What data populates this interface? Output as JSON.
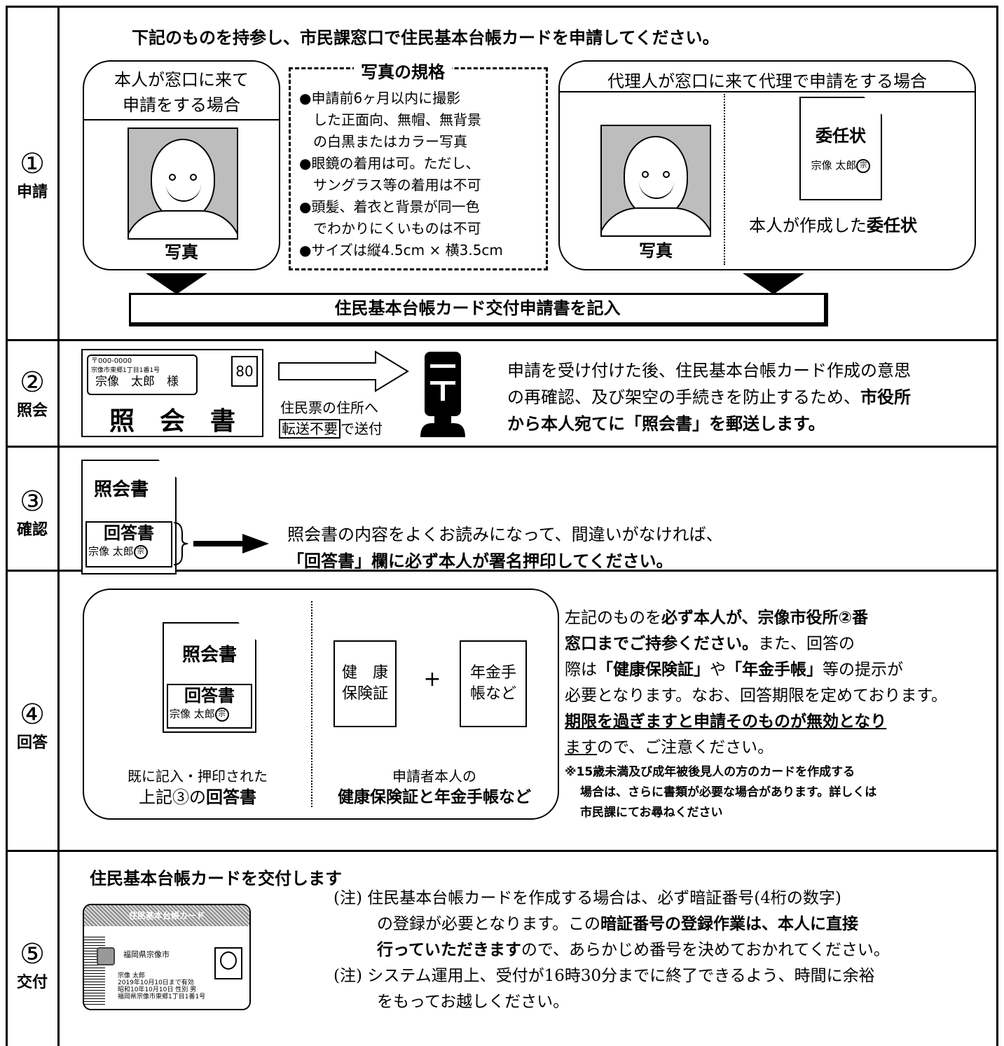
{
  "steps": [
    {
      "num": "①",
      "label": "申請"
    },
    {
      "num": "②",
      "label": "照会"
    },
    {
      "num": "③",
      "label": "確認"
    },
    {
      "num": "④",
      "label": "回答"
    },
    {
      "num": "⑤",
      "label": "交付"
    }
  ],
  "s1": {
    "heading": "下記のものを持参し、市民課窓口で住民基本台帳カードを申請してください。",
    "self_l1": "本人が窓口に来て",
    "self_l2": "申請をする場合",
    "photo": "写真",
    "spec_title": "写真の規格",
    "spec": [
      "●申請前6ヶ月以内に撮影",
      "した正面向、無帽、無背景",
      "の白黒またはカラー写真",
      "●眼鏡の着用は可。ただし、",
      "サングラス等の着用は不可",
      "●頭髪、着衣と背景が同一色",
      "でわかりにくいものは不可",
      "●サイズは縦4.5cm × 横3.5cm"
    ],
    "proxy_title": "代理人が窓口に来て代理で申請をする場合",
    "proxy_photo": "写真",
    "inin": "委任状",
    "inin_name": "宗像 太郎",
    "seal": "宗",
    "inin_cap_a": "本人が作成した",
    "inin_cap_b": "委任状",
    "bar": "住民基本台帳カード交付申請書を記入"
  },
  "s2": {
    "zip": "〒000-0000",
    "addr": "宗像市東郷1丁目1番1号",
    "name": "宗像　太郎　様",
    "stamp": "80",
    "doc": "照　会　書",
    "to_addr": "住民票の住所へ",
    "fwd": "転送不要",
    "send": "で送付",
    "desc1": "申請を受け付けた後、住民基本台帳カード作成の意思",
    "desc2a": "の再確認、及び架空の手続きを防止するため、",
    "desc2b": "市役所",
    "desc3": "から本人宛てに「照会書」を郵送します。"
  },
  "s3": {
    "doc": "照会書",
    "reply": "回答書",
    "name": "宗像 太郎",
    "seal": "宗",
    "t1": "照会書の内容をよくお読みになって、間違いがなければ、",
    "t2": "「回答書」欄に必ず本人が署名押印してください。"
  },
  "s4": {
    "doc": "照会書",
    "reply": "回答書",
    "name": "宗像 太郎",
    "seal": "宗",
    "cap1": "既に記入・押印された",
    "cap2a": "上記③の",
    "cap2b": "回答書",
    "ins1": "健　康",
    "ins2": "保険証",
    "plus": "+",
    "pen1": "年金手",
    "pen2": "帳など",
    "cap3": "申請者本人の",
    "cap4": "健康保険証と年金手帳など",
    "r1a": "左記のものを",
    "r1b": "必ず本人が、宗像市役所②番",
    "r2a": "窓口までご持参ください。",
    "r2b": "また、回答の",
    "r3a": "際は",
    "r3b": "「健康保険証」",
    "r3c": "や",
    "r3d": "「年金手帳」",
    "r3e": "等の提示が",
    "r4": "必要となります。なお、回答期限を定めております。",
    "r5": "期限を過ぎますと申請そのものが無効となり",
    "r6a": "ます",
    "r6b": "ので、ご注意ください。",
    "n1": "※15歳未満及び成年被後見人の方のカードを作成する",
    "n2": "場合は、さらに書類が必要な場合があります。詳しくは",
    "n3": "市民課にてお尋ねください"
  },
  "s5": {
    "heading": "住民基本台帳カードを交付します",
    "card_title": "住民基本台帳カード",
    "card_pref": "福岡県宗像市",
    "card_name": "宗像 太郎",
    "card_l1": "2019年10月10日まで有効",
    "card_l2": "昭和10年10月10日 性別 男",
    "card_l3": "福岡県宗像市東郷1丁目1番1号",
    "note": "(注)",
    "n1": "住民基本台帳カードを作成する場合は、必ず暗証番号(4桁の数字)",
    "n2a": "の登録が必要となります。この",
    "n2b": "暗証番号の登録作業は、本人に直接",
    "n3a": "行っていただきます",
    "n3b": "ので、あらかじめ番号を決めておかれてください。",
    "n4": "システム運用上、受付が16時30分までに終了できるよう、時間に余裕",
    "n5": "をもってお越しください。"
  }
}
